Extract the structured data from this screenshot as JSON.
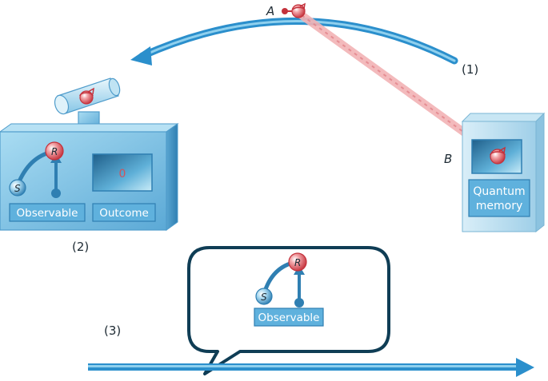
{
  "labels": {
    "particle_a": "A",
    "particle_b": "B",
    "step1": "(1)",
    "step2": "(2)",
    "step3": "(3)"
  },
  "device": {
    "observable_label": "Observable",
    "outcome_label": "Outcome",
    "outcome_value": "0",
    "knob_s": "S",
    "knob_r": "R"
  },
  "memory": {
    "label_line1": "Quantum",
    "label_line2": "memory"
  },
  "bubble": {
    "observable_label": "Observable",
    "knob_s": "S",
    "knob_r": "R"
  },
  "colors": {
    "arrow_blue": "#2b8fcc",
    "device_blue": "#7cc4e6",
    "device_dark": "#3d8fbf",
    "panel_blue": "#5fb1dd",
    "knob_red": "#d2545c",
    "beam_pink": "#f2b3b5",
    "bubble_stroke": "#0f3d55"
  },
  "icons": [
    "spin-icon",
    "dial-icon"
  ]
}
